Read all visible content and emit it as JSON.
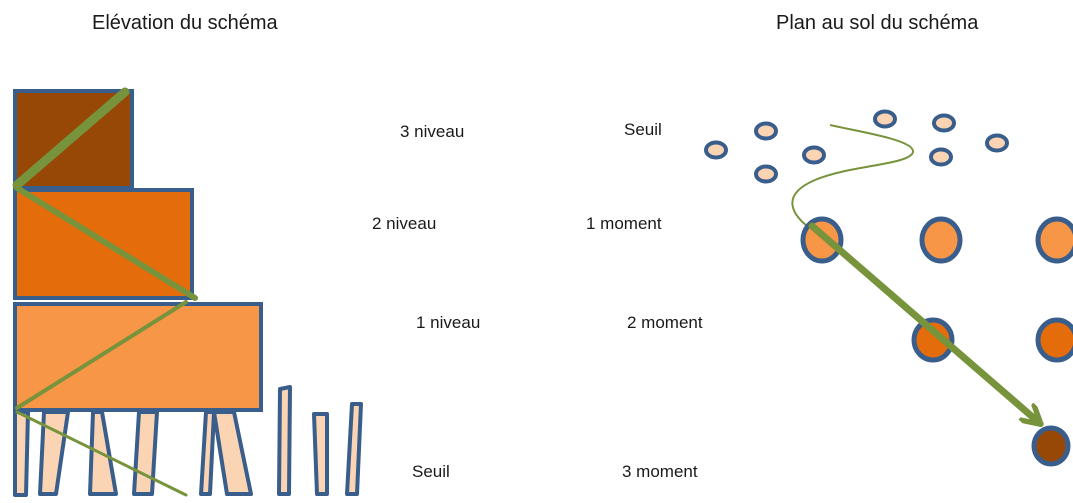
{
  "titles": {
    "elevation": "Elévation du schéma",
    "plan": "Plan au sol du schéma"
  },
  "levels": {
    "level3": "3 niveau",
    "level2": "2 niveau",
    "level1": "1 niveau",
    "seuil": "Seuil"
  },
  "moments": {
    "seuil": "Seuil",
    "moment1": "1  moment",
    "moment2": "2  moment",
    "moment3": "3 moment"
  },
  "colors": {
    "level3_fill": "#974806",
    "level2_fill": "#E46C0A",
    "level1_fill": "#F79646",
    "stroke_blue": "#3A5E8C",
    "path_green": "#77933C",
    "pillar_fill": "#FBD4B4"
  }
}
